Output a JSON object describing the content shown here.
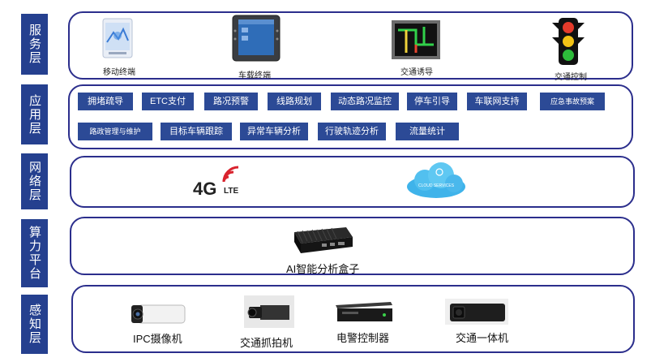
{
  "layers": {
    "service": "服务层",
    "application": "应用层",
    "network": "网络层",
    "compute": "算力平台",
    "perception": "感知层"
  },
  "service_items": {
    "mobile": "移动终端",
    "vehicle": "车载终端",
    "guidance": "交通诱导",
    "signal": "交通控制"
  },
  "app_row1": [
    "拥堵疏导",
    "ETC支付",
    "路况预警",
    "线路规划",
    "动态路况监控",
    "停车引导",
    "车联网支持",
    "应急事故预案"
  ],
  "app_row2": [
    "路政管理与维护",
    "目标车辆跟踪",
    "异常车辆分析",
    "行驶轨迹分析",
    "流量统计"
  ],
  "network": {
    "lte_main": "4G",
    "lte_sub": "LTE",
    "cloud_text": "CLOUD SERVICES"
  },
  "compute": {
    "box_label": "AI智能分析盒子"
  },
  "perception": {
    "ipc": "IPC摄像机",
    "capture": "交通抓拍机",
    "police": "电警控制器",
    "integrated": "交通一体机"
  },
  "colors": {
    "panel_border": "#2b2e8c",
    "label_bg": "#25408f",
    "tag_bg": "#2c4a96"
  }
}
